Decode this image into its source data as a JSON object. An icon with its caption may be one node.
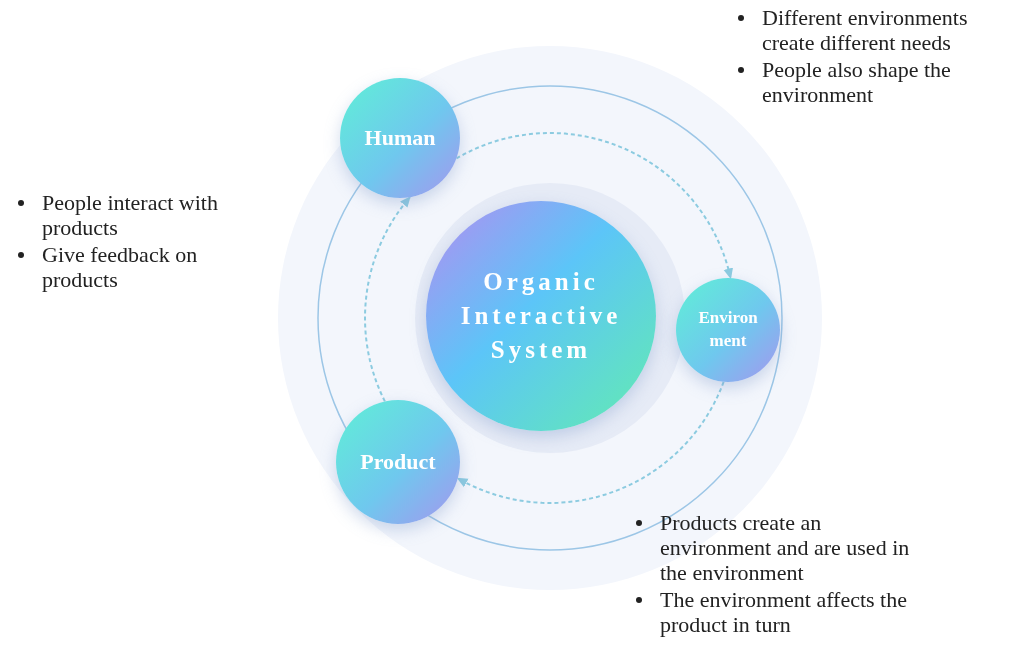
{
  "diagram": {
    "nodes": [
      {
        "text": [
          "Human"
        ]
      },
      {
        "text": [
          "Organic Interactive System"
        ]
      },
      {
        "text": [
          "Environ ment"
        ]
      },
      {
        "text": [
          "Product"
        ]
      }
    ],
    "edges": [
      {
        "from": 0,
        "to": 2,
        "arrow": "to",
        "style": "dashed"
      },
      {
        "from": 2,
        "to": 3,
        "arrow": "to",
        "style": "dashed"
      },
      {
        "from": 3,
        "to": 0,
        "arrow": "to",
        "style": "dashed"
      }
    ],
    "labels": [
      "Different environments create different needs",
      "People also shape the environment",
      "People interact with products",
      "Give feedback on products",
      "Products create an environment and are used in the environment",
      "The environment affects the product in turn"
    ]
  }
}
